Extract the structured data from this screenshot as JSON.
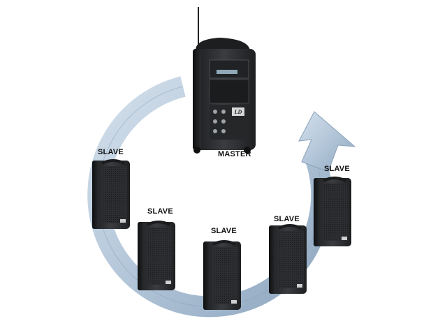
{
  "labels": {
    "master": "MASTER",
    "slave_1": "SLAVE",
    "slave_2": "SLAVE",
    "slave_3": "SLAVE",
    "slave_4": "SLAVE",
    "slave_5": "SLAVE"
  },
  "logo_text": "LD",
  "colors": {
    "arrow_light": "#c9d6e4",
    "arrow_mid": "#a9bdd2",
    "arrow_dark": "#8199b3",
    "speaker_body": "#2b2d30",
    "speaker_dark": "#151618",
    "speaker_grille": "#3a3d41"
  }
}
